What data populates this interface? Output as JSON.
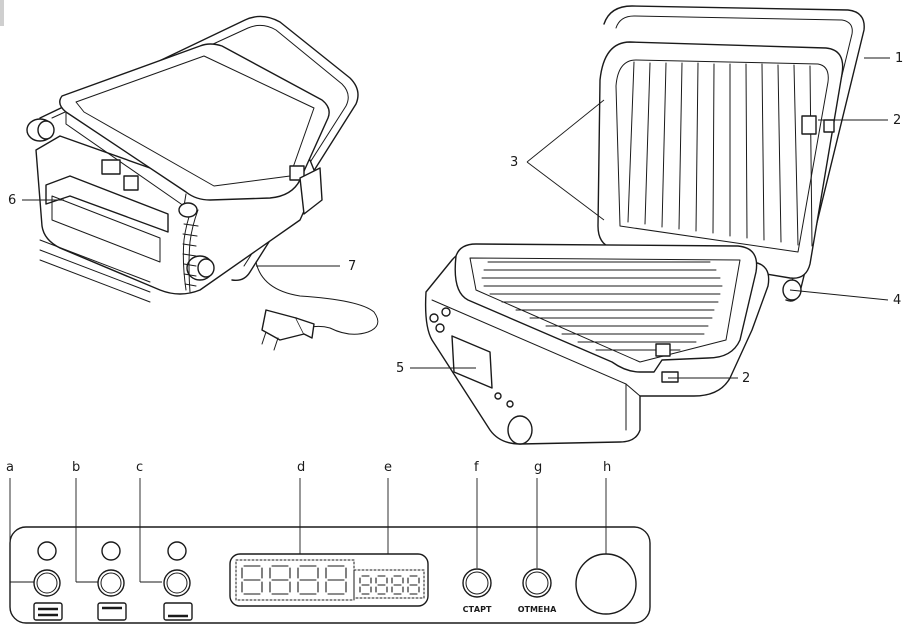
{
  "callouts": {
    "c1": "1",
    "c2a": "2",
    "c2b": "2",
    "c3": "3",
    "c4": "4",
    "c5": "5",
    "c6": "6",
    "c7": "7"
  },
  "panel": {
    "letters": {
      "a": "a",
      "b": "b",
      "c": "c",
      "d": "d",
      "e": "e",
      "f": "f",
      "g": "g",
      "h": "h"
    },
    "display_left": "8888",
    "display_right": "8888",
    "start_label": "СТАРТ",
    "cancel_label": "ОТМЕНА"
  }
}
